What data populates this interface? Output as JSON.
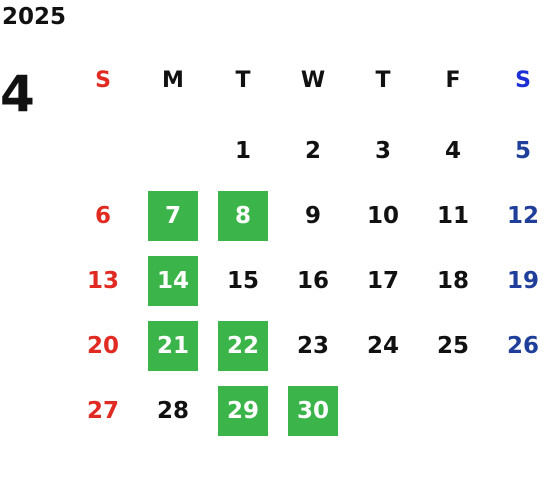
{
  "calendar": {
    "year": "2025",
    "month": "4",
    "weekdays": [
      "S",
      "M",
      "T",
      "W",
      "T",
      "F",
      "S"
    ],
    "first_weekday": 2,
    "day_count": 30,
    "highlighted_days": [
      7,
      8,
      14,
      21,
      22,
      29,
      30
    ],
    "colors": {
      "sunday": "#e02a22",
      "saturday_header": "#1c2fd6",
      "saturday": "#1f3f9a",
      "weekday": "#111111",
      "highlight_bg": "#3bb54a",
      "highlight_text": "#ffffff"
    }
  }
}
